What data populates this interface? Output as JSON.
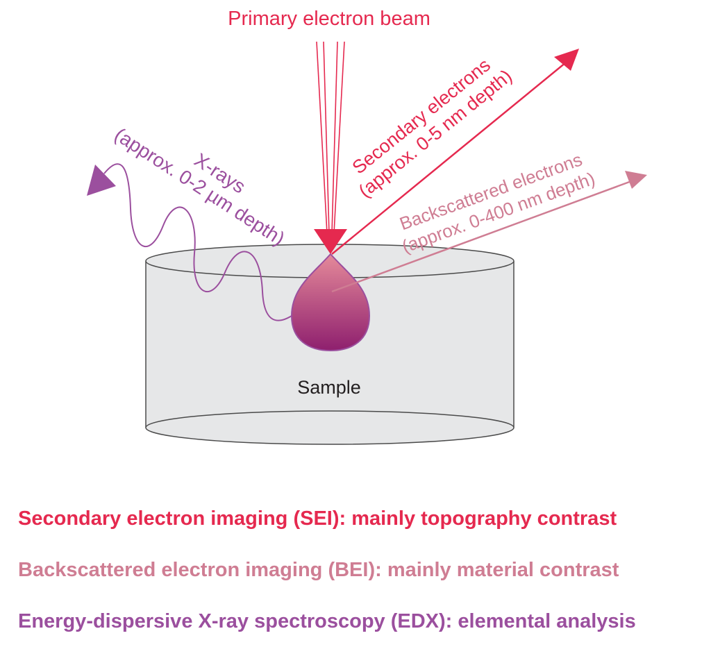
{
  "colors": {
    "primary": "#e5294f",
    "backscatter": "#cf7d93",
    "xray": "#9b4f9e",
    "sample_fill": "#e6e7e8",
    "sample_stroke": "#4a4a4a",
    "text_dark": "#231f20"
  },
  "labels": {
    "primary_beam": "Primary electron beam",
    "secondary_title": "Secondary electrons",
    "secondary_depth": "(approx. 0-5 nm depth)",
    "backscatter_title": "Backscattered electrons",
    "backscatter_depth": "(approx. 0-400 nm depth)",
    "xray_title": "X-rays",
    "xray_depth": "(approx. 0-2 µm depth)",
    "sample": "Sample"
  },
  "captions": {
    "sei": "Secondary electron imaging (SEI): mainly topography contrast",
    "bei": "Backscattered electron imaging (BEI): mainly material contrast",
    "edx": "Energy-dispersive X-ray spectroscopy (EDX): elemental analysis"
  }
}
